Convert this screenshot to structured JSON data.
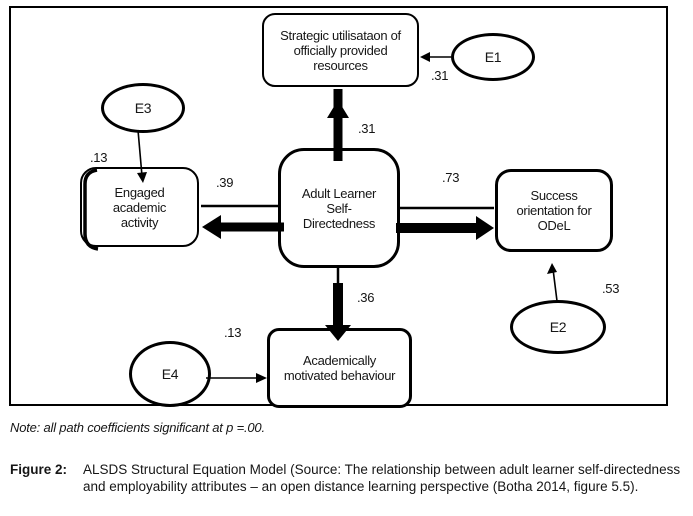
{
  "diagram": {
    "nodes": {
      "strategic": {
        "label": "Strategic utilisataon of\nofficially provided\nresources"
      },
      "engaged": {
        "label": "Engaged\nacademic\nactivity"
      },
      "alsd": {
        "label": "Adult Learner\nSelf-\nDirectedness"
      },
      "success": {
        "label": "Success\norientation for\nODeL"
      },
      "motivated": {
        "label": "Academically\nmotivated behaviour"
      }
    },
    "error_terms": {
      "e1": "E1",
      "e2": "E2",
      "e3": "E3",
      "e4": "E4"
    },
    "coefficients": {
      "e1_to_strategic": ".31",
      "alsd_to_strategic": ".31",
      "e3_to_engaged": ".13",
      "alsd_to_engaged": ".39",
      "alsd_to_success": ".73",
      "e2_to_success": ".53",
      "alsd_to_motivated": ".36",
      "e4_to_motivated": ".13"
    },
    "line_color": "#000000"
  },
  "note": "Note: all path coefficients significant at p =.00.",
  "caption": {
    "label": "Figure 2:",
    "text": "ALSDS Structural Equation Model (Source: The relationship between adult learner self-directedness and employability attributes – an open distance learning perspective (Botha 2014, figure 5.5)."
  }
}
